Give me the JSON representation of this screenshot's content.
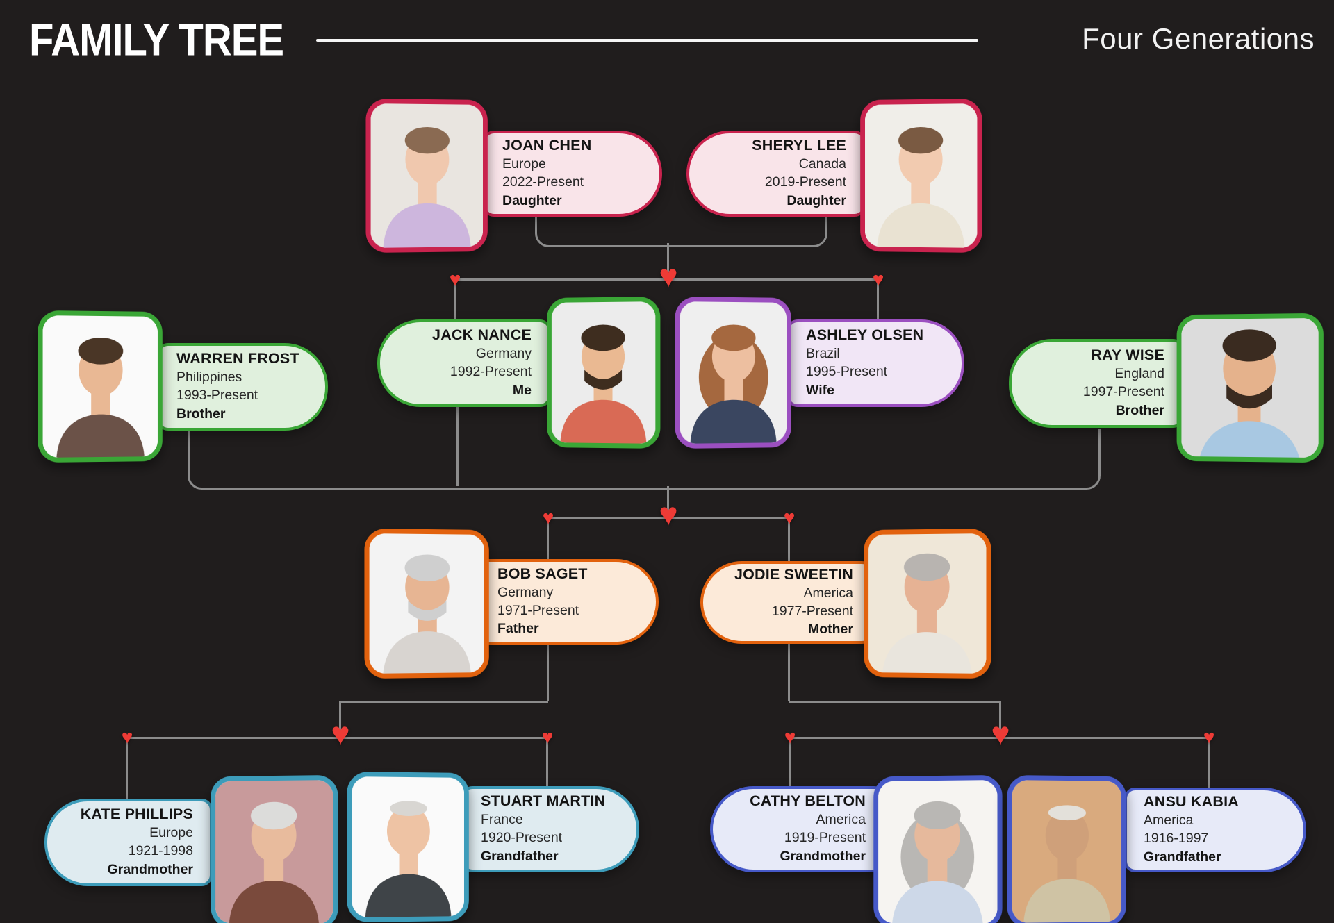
{
  "header": {
    "title": "FAMILY TREE",
    "subtitle": "Four Generations"
  },
  "icons": {
    "heart": "♥"
  },
  "colors": {
    "background": "#201d1d",
    "connector_gray": "#8c8c8c",
    "heart_red": "#ee3b36",
    "crimson": "#c9234e",
    "green": "#3aa636",
    "purple": "#9b4fc0",
    "orange": "#e2620e",
    "teal": "#3d9cba",
    "blue": "#4659c8",
    "panel_crimson": "#f9e4e9",
    "panel_green": "#e0f0dd",
    "panel_purple": "#f1e6f6",
    "panel_orange": "#fcead9",
    "panel_teal": "#dfebf0",
    "panel_blue": "#e7eaf8"
  },
  "people": [
    {
      "id": "joan-chen",
      "generation": 1,
      "name": "JOAN CHEN",
      "origin": "Europe",
      "years": "2022-Present",
      "relation": "Daughter",
      "accent": "#c9234e",
      "panel_bg": "#f9e4e9",
      "photo_side": "left",
      "avatar": {
        "bg": "#e9e5e0",
        "skin": "#f0c8ae",
        "hair": "#8a6a52",
        "top": "#cdb6dd",
        "long_hair": false,
        "beard": false,
        "bald": false
      }
    },
    {
      "id": "sheryl-lee",
      "generation": 1,
      "name": "SHERYL LEE",
      "origin": "Canada",
      "years": "2019-Present",
      "relation": "Daughter",
      "accent": "#c9234e",
      "panel_bg": "#f9e4e9",
      "photo_side": "right",
      "avatar": {
        "bg": "#f0eee9",
        "skin": "#f2cbb0",
        "hair": "#7a5a42",
        "top": "#e9e2d2",
        "long_hair": false,
        "beard": false,
        "bald": false
      }
    },
    {
      "id": "warren-frost",
      "generation": 2,
      "name": "WARREN FROST",
      "origin": "Philippines",
      "years": "1993-Present",
      "relation": "Brother",
      "accent": "#3aa636",
      "panel_bg": "#e0f0dd",
      "photo_side": "left",
      "avatar": {
        "bg": "#fafafa",
        "skin": "#e9b894",
        "hair": "#4a3626",
        "top": "#6b5248",
        "long_hair": false,
        "beard": false,
        "bald": false
      }
    },
    {
      "id": "jack-nance",
      "generation": 2,
      "name": "JACK NANCE",
      "origin": "Germany",
      "years": "1992-Present",
      "relation": "Me",
      "accent": "#3aa636",
      "panel_bg": "#e0f0dd",
      "photo_side": "right",
      "avatar": {
        "bg": "#ececec",
        "skin": "#eab992",
        "hair": "#3e2d1f",
        "top": "#d96a55",
        "long_hair": false,
        "beard": true,
        "bald": false
      }
    },
    {
      "id": "ashley-olsen",
      "generation": 2,
      "name": "ASHLEY OLSEN",
      "origin": "Brazil",
      "years": "1995-Present",
      "relation": "Wife",
      "accent": "#9b4fc0",
      "panel_bg": "#f1e6f6",
      "photo_side": "left",
      "avatar": {
        "bg": "#efefef",
        "skin": "#edbfa0",
        "hair": "#a5683f",
        "top": "#3a4660",
        "long_hair": true,
        "beard": false,
        "bald": false
      }
    },
    {
      "id": "ray-wise",
      "generation": 2,
      "name": "RAY WISE",
      "origin": "England",
      "years": "1997-Present",
      "relation": "Brother",
      "accent": "#3aa636",
      "panel_bg": "#e0f0dd",
      "photo_side": "right",
      "avatar": {
        "bg": "#dcdcdc",
        "skin": "#e5b28c",
        "hair": "#3a2b20",
        "top": "#a8c8e2",
        "long_hair": false,
        "beard": true,
        "bald": false
      }
    },
    {
      "id": "bob-saget",
      "generation": 3,
      "name": "BOB SAGET",
      "origin": "Germany",
      "years": "1971-Present",
      "relation": "Father",
      "accent": "#e2620e",
      "panel_bg": "#fcead9",
      "photo_side": "left",
      "avatar": {
        "bg": "#f3f3f3",
        "skin": "#e7b593",
        "hair": "#cfcfcf",
        "top": "#d8d4d0",
        "long_hair": false,
        "beard": true,
        "bald": false
      }
    },
    {
      "id": "jodie-sweetin",
      "generation": 3,
      "name": "JODIE SWEETIN",
      "origin": "America",
      "years": "1977-Present",
      "relation": "Mother",
      "accent": "#e2620e",
      "panel_bg": "#fcead9",
      "photo_side": "right",
      "avatar": {
        "bg": "#efe7d8",
        "skin": "#e6b294",
        "hair": "#b8b4b0",
        "top": "#e9e5dd",
        "long_hair": false,
        "beard": false,
        "bald": false
      }
    },
    {
      "id": "kate-phillips",
      "generation": 4,
      "name": "KATE PHILLIPS",
      "origin": "Europe",
      "years": "1921-1998",
      "relation": "Grandmother",
      "accent": "#3d9cba",
      "panel_bg": "#dfebf0",
      "photo_side": "right",
      "avatar": {
        "bg": "#c89a9b",
        "skin": "#e8bb9d",
        "hair": "#dcdcda",
        "top": "#7a4a3c",
        "long_hair": false,
        "beard": false,
        "bald": false
      }
    },
    {
      "id": "stuart-martin",
      "generation": 4,
      "name": "STUART MARTIN",
      "origin": "France",
      "years": "1920-Present",
      "relation": "Grandfather",
      "accent": "#3d9cba",
      "panel_bg": "#dfebf0",
      "photo_side": "left",
      "avatar": {
        "bg": "#fafafa",
        "skin": "#eec3a4",
        "hair": "#d8d6d2",
        "top": "#3f4448",
        "long_hair": false,
        "beard": false,
        "bald": true
      }
    },
    {
      "id": "cathy-belton",
      "generation": 4,
      "name": "CATHY BELTON",
      "origin": "America",
      "years": "1919-Present",
      "relation": "Grandmother",
      "accent": "#4659c8",
      "panel_bg": "#e7eaf8",
      "photo_side": "right",
      "avatar": {
        "bg": "#f6f4f1",
        "skin": "#e6b99c",
        "hair": "#b9b7b4",
        "top": "#cdd8e8",
        "long_hair": true,
        "beard": false,
        "bald": false
      }
    },
    {
      "id": "ansu-kabia",
      "generation": 4,
      "name": "ANSU KABIA",
      "origin": "America",
      "years": "1916-1997",
      "relation": "Grandfather",
      "accent": "#4659c8",
      "panel_bg": "#e7eaf8",
      "photo_side": "left",
      "avatar": {
        "bg": "#d9aa7e",
        "skin": "#cfa07a",
        "hair": "#e3e0da",
        "top": "#cfc3a4",
        "long_hair": false,
        "beard": false,
        "bald": true
      }
    }
  ]
}
